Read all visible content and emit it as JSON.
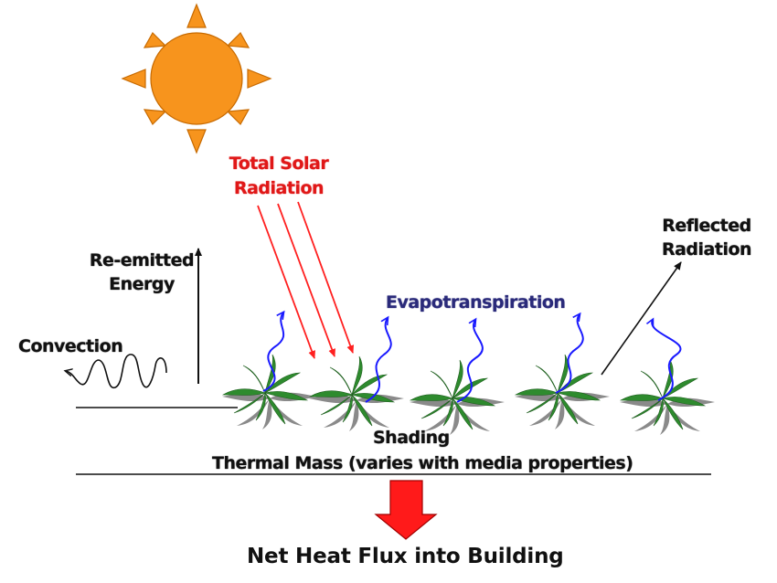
{
  "labels": {
    "solar_line1": "Total Solar",
    "solar_line2": "Radiation",
    "reemitted_line1": "Re-emitted",
    "reemitted_line2": "Energy",
    "convection": "Convection",
    "evapotranspiration": "Evapotranspiration",
    "reflected_line1": "Reflected",
    "reflected_line2": "Radiation",
    "shading": "Shading",
    "thermal_mass": "Thermal Mass (varies with media properties)",
    "net_heat_flux": "Net Heat Flux into Building"
  },
  "colors": {
    "sun_fill": "#f7941d",
    "sun_stroke": "#c76a00",
    "solar_arrows": "#ff2020",
    "evap_waves": "#1a1aff",
    "plant_front": "#2e8b2e",
    "plant_back": "#8a8a8a",
    "heat_arrow": "#ff1a1a"
  },
  "icons": [
    "sun-icon",
    "plant-icon",
    "wave-arrow-icon",
    "down-arrow-icon"
  ]
}
